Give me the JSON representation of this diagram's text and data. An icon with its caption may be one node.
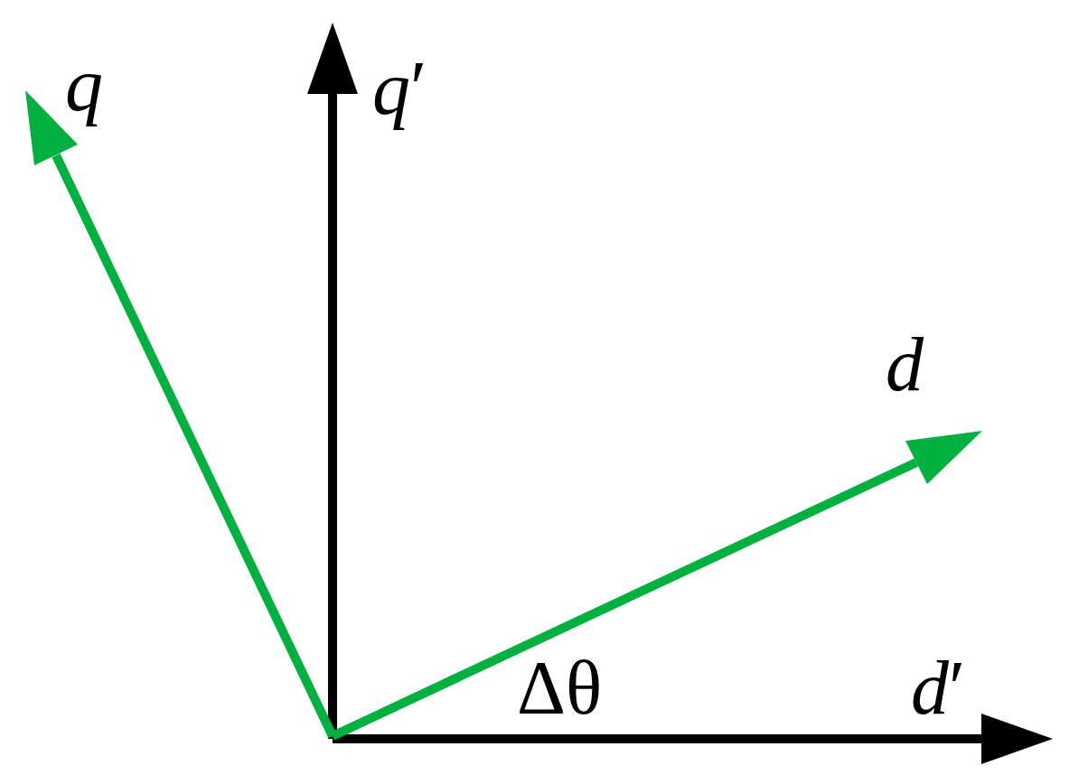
{
  "diagram": {
    "labels": [
      "*q*",
      "*q*′",
      "*d*",
      "Δθ",
      "*d*′"
    ]
  }
}
